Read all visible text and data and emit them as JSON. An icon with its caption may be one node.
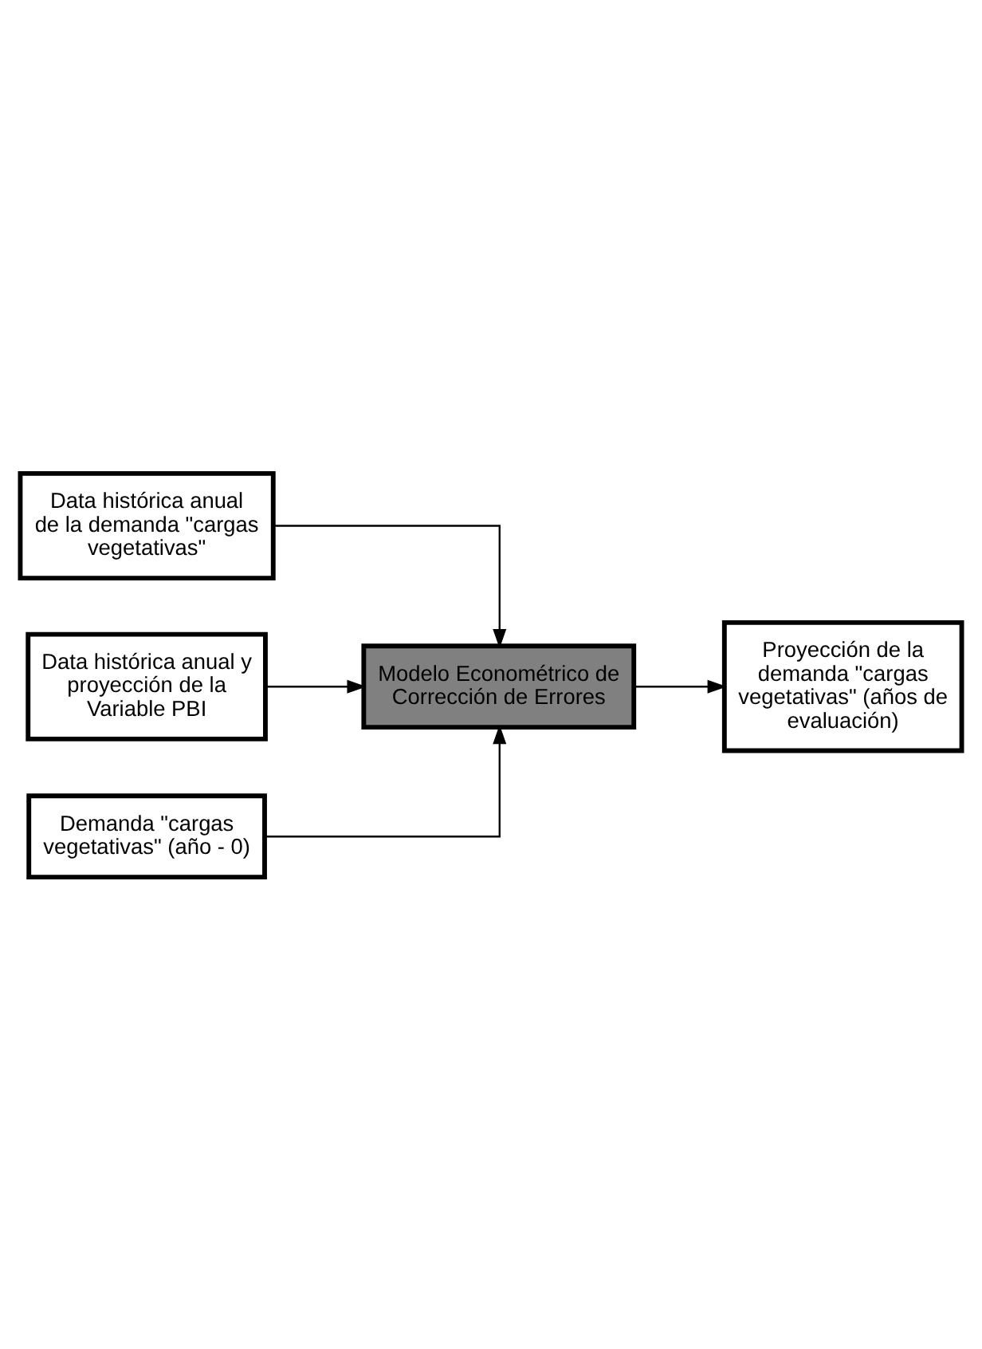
{
  "diagram": {
    "nodes": [
      {
        "text": [
          "Data histórica anual de la demanda \"cargas vegetativas\""
        ]
      },
      {
        "text": [
          "Data histórica anual y proyección de la Variable PBI"
        ]
      },
      {
        "text": [
          "Demanda \"cargas vegetativas\" (año - 0)"
        ]
      },
      {
        "text": [
          "Modelo Econométrico de Corrección de Errores"
        ]
      },
      {
        "text": [
          "Proyección de la demanda \"cargas vegetativas\" (años de evaluación)"
        ]
      }
    ],
    "edges": [
      {
        "from": 0,
        "to": 3,
        "arrow": "to"
      },
      {
        "from": 1,
        "to": 3,
        "arrow": "to"
      },
      {
        "from": 2,
        "to": 3,
        "arrow": "to"
      },
      {
        "from": 3,
        "to": 4,
        "arrow": "to"
      }
    ]
  }
}
